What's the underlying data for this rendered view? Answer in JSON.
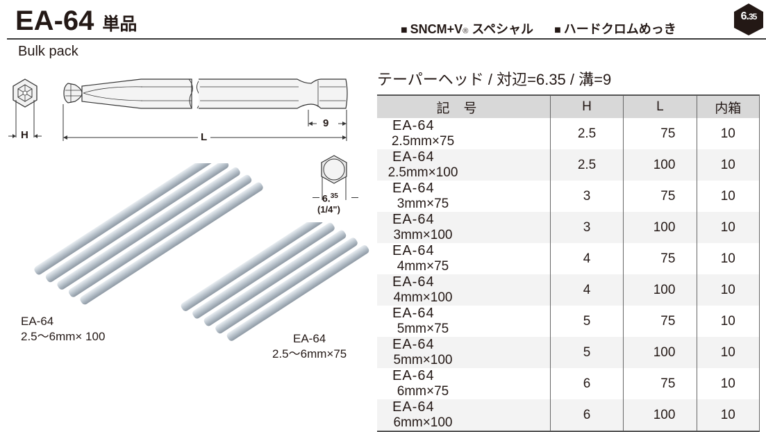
{
  "header": {
    "title": "EA-64",
    "title_sub": "単品",
    "subtitle": "Bulk pack",
    "features": [
      {
        "bullet": "■",
        "text": "SNCM+V",
        "suffix": "®",
        "after": "スペシャル"
      },
      {
        "bullet": "■",
        "text": "ハードクロムめっき"
      }
    ],
    "badge": {
      "main": "6.",
      "small": "35",
      "shape": "hexagon",
      "color": "#231815"
    }
  },
  "drawing": {
    "hex_label": "H",
    "length_label": "L",
    "groove_label": "9",
    "shank_label_main": "6.",
    "shank_label_sup": "35",
    "shank_label_inch": "(1/4\")"
  },
  "photos": [
    {
      "caption_model": "EA-64",
      "caption_range": "2.5〜6mm× 100"
    },
    {
      "caption_model": "EA-64",
      "caption_range": "2.5〜6mm×75"
    }
  ],
  "table": {
    "title": "テーパーヘッド / 対辺=6.35 / 溝=9",
    "headers": {
      "code": "記号",
      "h": "H",
      "l": "L",
      "box": "内箱"
    },
    "rows": [
      {
        "model": "EA-64",
        "size": "2.5mm×75",
        "h": "2.5",
        "l": "75",
        "box": "10"
      },
      {
        "model": "EA-64",
        "size": "2.5mm×100",
        "h": "2.5",
        "l": "100",
        "box": "10"
      },
      {
        "model": "EA-64",
        "size": "3mm×75",
        "h": "3",
        "l": "75",
        "box": "10"
      },
      {
        "model": "EA-64",
        "size": "3mm×100",
        "h": "3",
        "l": "100",
        "box": "10"
      },
      {
        "model": "EA-64",
        "size": "4mm×75",
        "h": "4",
        "l": "75",
        "box": "10"
      },
      {
        "model": "EA-64",
        "size": "4mm×100",
        "h": "4",
        "l": "100",
        "box": "10"
      },
      {
        "model": "EA-64",
        "size": "5mm×75",
        "h": "5",
        "l": "75",
        "box": "10"
      },
      {
        "model": "EA-64",
        "size": "5mm×100",
        "h": "5",
        "l": "100",
        "box": "10"
      },
      {
        "model": "EA-64",
        "size": "6mm×75",
        "h": "6",
        "l": "75",
        "box": "10"
      },
      {
        "model": "EA-64",
        "size": "6mm×100",
        "h": "6",
        "l": "100",
        "box": "10"
      }
    ]
  },
  "colors": {
    "text": "#231815",
    "header_row_bg": "#d8d8d8",
    "alt_row_bg": "#f3f3f3",
    "bit_metal": "#b9c3cc"
  }
}
